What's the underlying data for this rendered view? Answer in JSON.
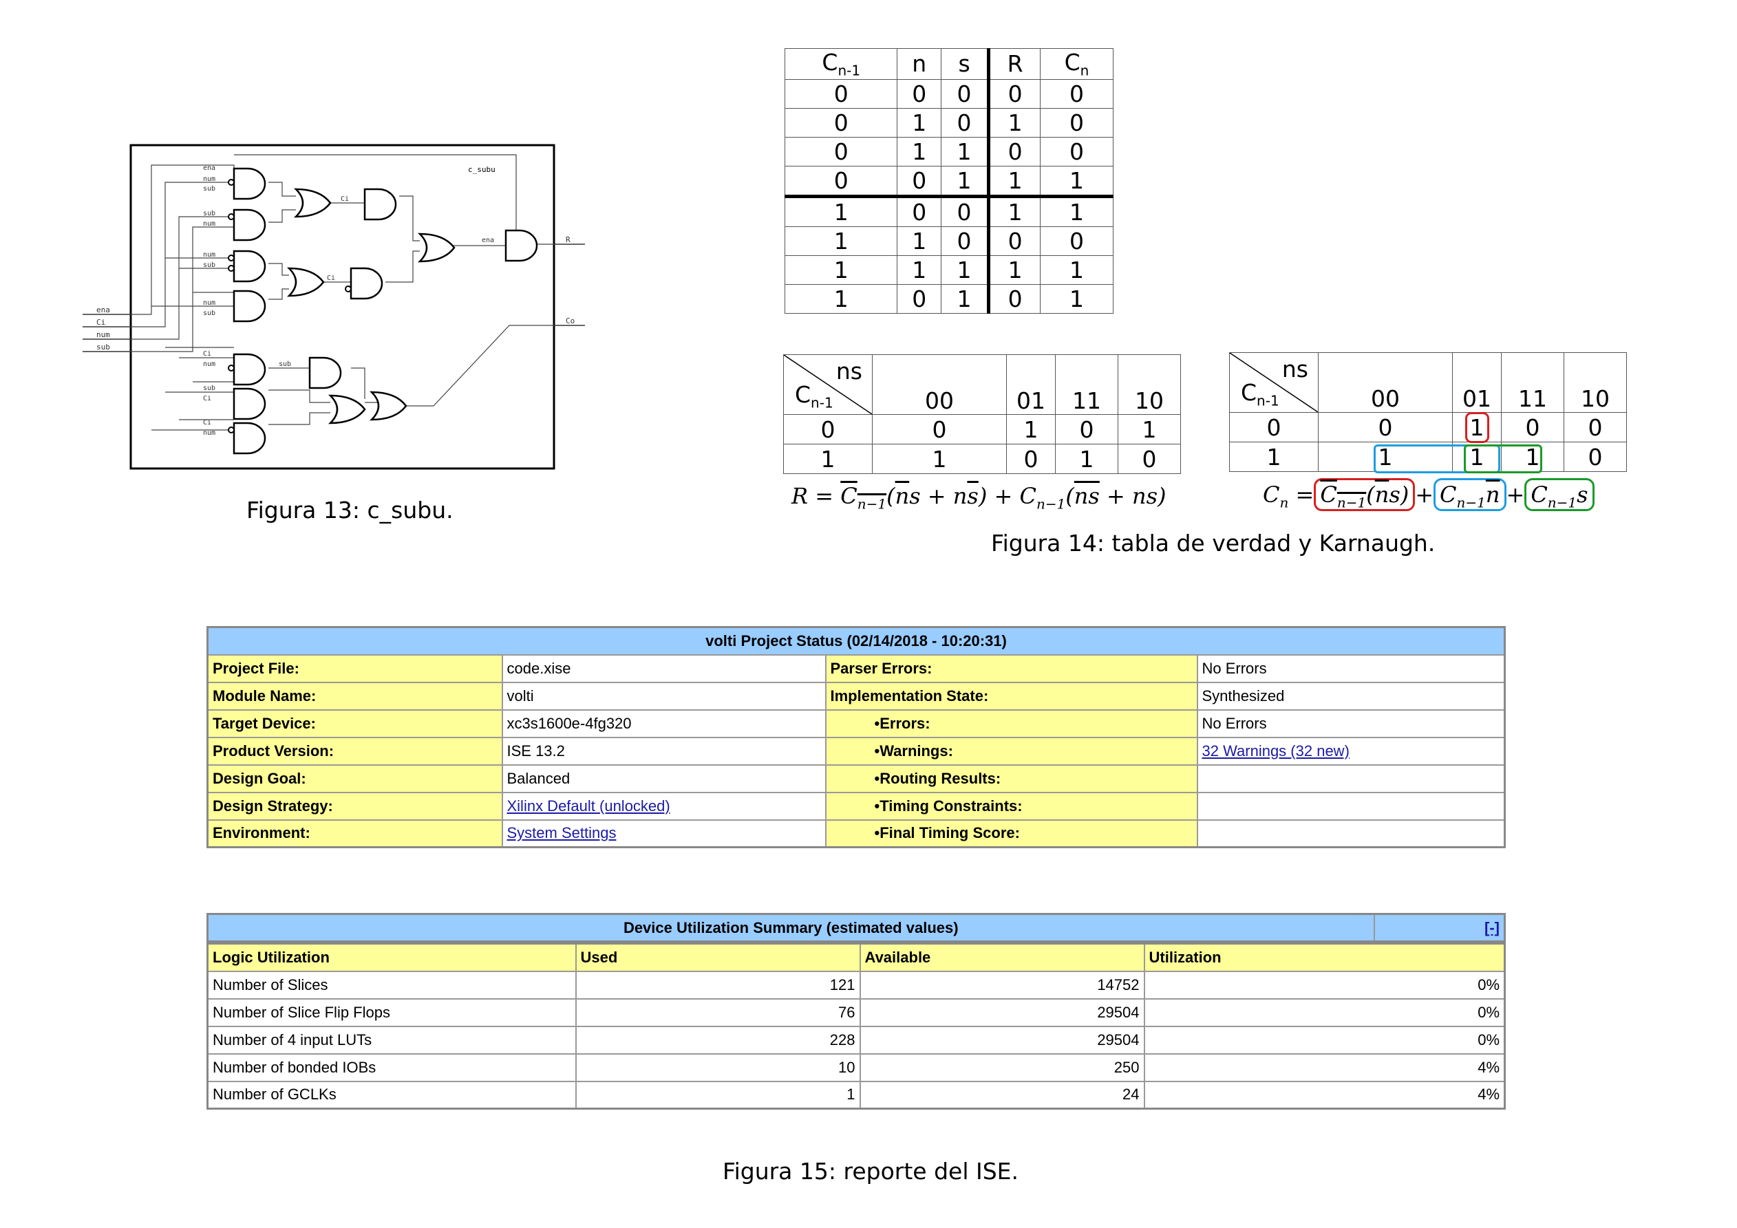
{
  "schematic": {
    "title": "c_subu",
    "inputs": [
      "ena",
      "Ci",
      "num",
      "sub"
    ],
    "outputs": [
      "R",
      "Co"
    ],
    "internal_labels": [
      "ena",
      "num",
      "sub",
      "sub",
      "num",
      "Ci",
      "num",
      "sub",
      "Ci",
      "num",
      "sub",
      "Ci",
      "num",
      "sub",
      "sub",
      "Ci",
      "Ci",
      "num",
      "ena"
    ]
  },
  "captions": {
    "fig13": "Figura 13: c_subu.",
    "fig14": "Figura 14: tabla de verdad y Karnaugh.",
    "fig15": "Figura 15: reporte del ISE."
  },
  "truth_table": {
    "headers": [
      "Cn-1",
      "n",
      "s",
      "R",
      "Cn"
    ],
    "rows": [
      [
        "0",
        "0",
        "0",
        "0",
        "0"
      ],
      [
        "0",
        "1",
        "0",
        "1",
        "0"
      ],
      [
        "0",
        "1",
        "1",
        "0",
        "0"
      ],
      [
        "0",
        "0",
        "1",
        "1",
        "1"
      ],
      [
        "1",
        "0",
        "0",
        "1",
        "1"
      ],
      [
        "1",
        "1",
        "0",
        "0",
        "0"
      ],
      [
        "1",
        "1",
        "1",
        "1",
        "1"
      ],
      [
        "1",
        "0",
        "1",
        "0",
        "1"
      ]
    ]
  },
  "kmap_r": {
    "col_var": "ns",
    "row_var": "Cn-1",
    "cols": [
      "00",
      "01",
      "11",
      "10"
    ],
    "rows": [
      {
        "label": "0",
        "cells": [
          "0",
          "1",
          "0",
          "1"
        ]
      },
      {
        "label": "1",
        "cells": [
          "1",
          "0",
          "1",
          "0"
        ]
      }
    ],
    "formula": "R = C̅n-1(n̅s + ns̅) + Cn-1(n̅s̅ + ns)"
  },
  "kmap_c": {
    "col_var": "ns",
    "row_var": "Cn-1",
    "cols": [
      "00",
      "01",
      "11",
      "10"
    ],
    "rows": [
      {
        "label": "0",
        "cells": [
          "0",
          "1",
          "0",
          "0"
        ]
      },
      {
        "label": "1",
        "cells": [
          "1",
          "1",
          "1",
          "0"
        ]
      }
    ],
    "formula": "Cn = C̅n-1(n̅s) + Cn-1n̅ + Cn-1s"
  },
  "status": {
    "title": "volti Project Status (02/14/2018 - 10:20:31)",
    "rows": [
      {
        "l1": "Project File:",
        "v1": "code.xise",
        "l2": "Parser Errors:",
        "v2": "No Errors"
      },
      {
        "l1": "Module Name:",
        "v1": "volti",
        "l2": "Implementation State:",
        "v2": "Synthesized"
      },
      {
        "l1": "Target Device:",
        "v1": "xc3s1600e-4fg320",
        "l2": "•Errors:",
        "v2": "No Errors"
      },
      {
        "l1": "Product Version:",
        "v1": "ISE 13.2",
        "l2": "•Warnings:",
        "v2": "32 Warnings (32 new)"
      },
      {
        "l1": "Design Goal:",
        "v1": "Balanced",
        "l2": "•Routing Results:",
        "v2": ""
      },
      {
        "l1": "Design Strategy:",
        "v1": "Xilinx Default (unlocked)",
        "l2": "•Timing Constraints:",
        "v2": ""
      },
      {
        "l1": "Environment:",
        "v1": "System Settings",
        "l2": "•Final Timing Score:",
        "v2": ""
      }
    ]
  },
  "utilization": {
    "title": "Device Utilization Summary (estimated values)",
    "collapse": "[-]",
    "headers": [
      "Logic Utilization",
      "Used",
      "Available",
      "Utilization"
    ],
    "rows": [
      [
        "Number of Slices",
        "121",
        "14752",
        "0%"
      ],
      [
        "Number of Slice Flip Flops",
        "76",
        "29504",
        "0%"
      ],
      [
        "Number of 4 input LUTs",
        "228",
        "29504",
        "0%"
      ],
      [
        "Number of bonded IOBs",
        "10",
        "250",
        "4%"
      ],
      [
        "Number of GCLKs",
        "1",
        "24",
        "4%"
      ]
    ]
  }
}
